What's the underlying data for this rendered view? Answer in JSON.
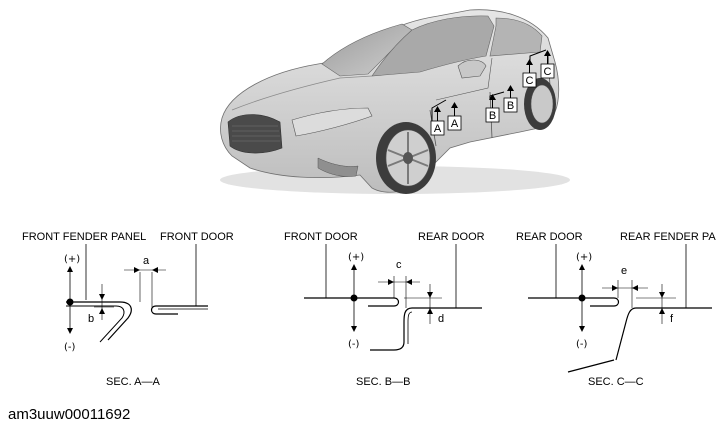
{
  "figure_id": "am3uuw00011692",
  "car_markers": [
    "A",
    "A",
    "B",
    "B",
    "C",
    "C"
  ],
  "sections": [
    {
      "left_label": "FRONT FENDER PANEL",
      "right_label": "FRONT DOOR",
      "plus": "(+)",
      "minus": "(-)",
      "gap_label": "a",
      "flush_label": "b",
      "caption": "SEC. A—A"
    },
    {
      "left_label": "FRONT DOOR",
      "right_label": "REAR DOOR",
      "plus": "(+)",
      "minus": "(-)",
      "gap_label": "c",
      "flush_label": "d",
      "caption": "SEC. B—B"
    },
    {
      "left_label": "REAR DOOR",
      "right_label": "REAR FENDER PA",
      "plus": "(+)",
      "minus": "(-)",
      "gap_label": "e",
      "flush_label": "f",
      "caption": "SEC. C—C"
    }
  ]
}
